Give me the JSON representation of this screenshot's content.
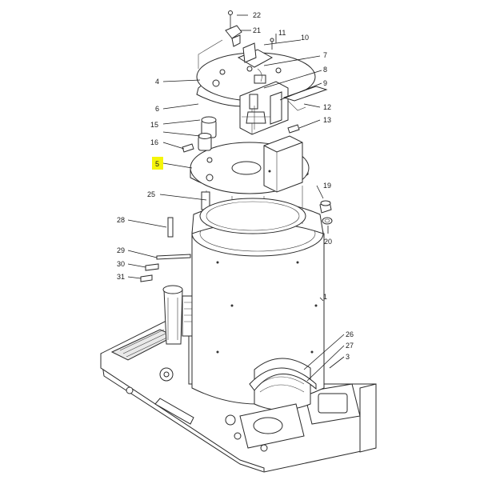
{
  "callouts": [
    {
      "id": "c22",
      "text": "22"
    },
    {
      "id": "c21",
      "text": "21"
    },
    {
      "id": "c11",
      "text": "11"
    },
    {
      "id": "c10",
      "text": "10"
    },
    {
      "id": "c7",
      "text": "7"
    },
    {
      "id": "c4",
      "text": "4"
    },
    {
      "id": "c8",
      "text": "8"
    },
    {
      "id": "c9",
      "text": "9"
    },
    {
      "id": "c6",
      "text": "6"
    },
    {
      "id": "c12",
      "text": "12"
    },
    {
      "id": "c13",
      "text": "13"
    },
    {
      "id": "c15",
      "text": "15"
    },
    {
      "id": "c16",
      "text": "16"
    },
    {
      "id": "c5",
      "text": "5"
    },
    {
      "id": "c19",
      "text": "19"
    },
    {
      "id": "c25",
      "text": "25"
    },
    {
      "id": "c28",
      "text": "28"
    },
    {
      "id": "c20",
      "text": "20"
    },
    {
      "id": "c29",
      "text": "29"
    },
    {
      "id": "c30",
      "text": "30"
    },
    {
      "id": "c31",
      "text": "31"
    },
    {
      "id": "c1",
      "text": "1"
    },
    {
      "id": "c26",
      "text": "26"
    },
    {
      "id": "c27",
      "text": "27"
    },
    {
      "id": "c3",
      "text": "3"
    }
  ],
  "highlight": {
    "callout": "5",
    "color": "#f5f50a"
  },
  "colors": {
    "line": "#1a1a1a",
    "shade": "#e9e9e9"
  }
}
